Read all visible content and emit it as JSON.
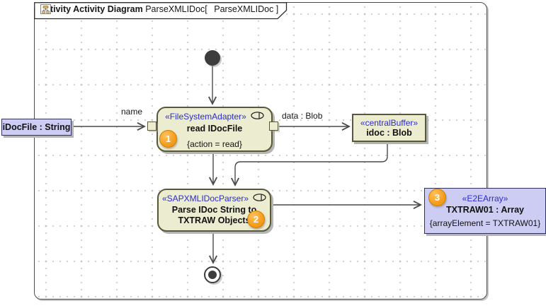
{
  "frame": {
    "keyword_bold": "activity Activity Diagram",
    "name_pre": "ParseXMLIDoc[",
    "name_post": "ParseXMLIDoc ]"
  },
  "labels": {
    "input_edge": "name",
    "data_edge": "data : Blob"
  },
  "nodes": {
    "input_object": {
      "name": "iDocFile : String"
    },
    "read_action": {
      "stereotype": "«FileSystemAdapter»",
      "name": "read IDocFile",
      "constraint": "{action = read}",
      "badge": "1"
    },
    "central_buffer": {
      "stereotype": "«centralBuffer»",
      "name": "idoc : Blob"
    },
    "parse_action": {
      "stereotype": "«SAPXMLIDocParser»",
      "name_line1": "Parse IDoc String to",
      "name_line2": "TXTRAW Objects",
      "badge": "2"
    },
    "array_object": {
      "stereotype": "«E2EArray»",
      "name": "TXTRAW01 : Array",
      "constraint": "{arrayElement = TXTRAW01}",
      "badge": "3"
    }
  },
  "colors": {
    "action-fill": "#ececd1",
    "action-border": "#585839",
    "object-fill": "#cdcdf4",
    "object-border": "#30305e",
    "stereotype-text": "#2b2bd3",
    "flow-line": "#4a4a4a",
    "badge-fill": "#f59d1c",
    "badge-border": "#d07f00",
    "grid-dot": "#c6c6c6",
    "frame-border": "#4a4a4a",
    "node-shadow": "#b5b5b5"
  }
}
